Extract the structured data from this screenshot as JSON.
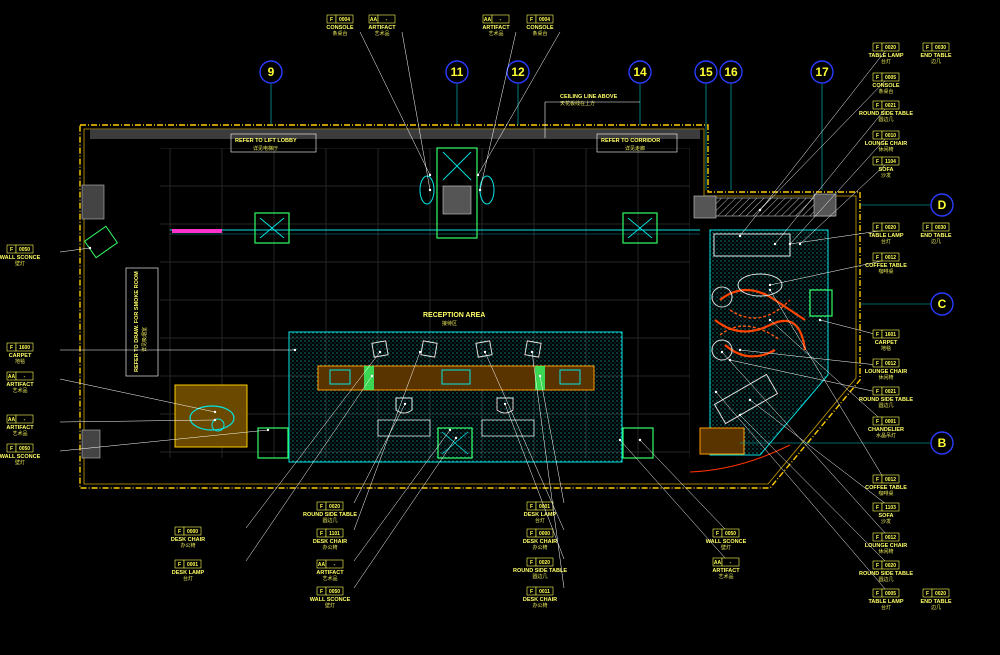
{
  "plan": {
    "grid_columns": [
      "9",
      "11",
      "12",
      "14",
      "15",
      "16",
      "17"
    ],
    "grid_rows": [
      "D",
      "C",
      "B"
    ],
    "annotations": {
      "ceiling": {
        "en": "CEILING LINE ABOVE",
        "cn": "天花板线在上方"
      },
      "lift_lobby": {
        "en": "REFER TO LIFT LOBBY",
        "cn": "详见电梯厅"
      },
      "corridor": {
        "en": "REFER TO CORRIDOR",
        "cn": "详见走廊"
      },
      "smoke": {
        "en": "REFER TO DRAW. FOR SMOKE ROOM",
        "cn": "详见吸烟室"
      },
      "reception": {
        "en": "RECEPTION AREA",
        "cn": "接待区"
      }
    },
    "callouts": [
      {
        "id": "top-console-1",
        "tag1": "F",
        "tag2": "0004",
        "label": "CONSOLE",
        "cn": "条桌台"
      },
      {
        "id": "top-artifact-1",
        "tag1": "AA",
        "tag2": "-",
        "label": "ARTIFACT",
        "cn": "艺术品"
      },
      {
        "id": "top-artifact-2",
        "tag1": "AA",
        "tag2": "-",
        "label": "ARTIFACT",
        "cn": "艺术品"
      },
      {
        "id": "top-console-2",
        "tag1": "F",
        "tag2": "0004",
        "label": "CONSOLE",
        "cn": "条桌台"
      },
      {
        "id": "l-wall-sconce-1",
        "tag1": "F",
        "tag2": "0050",
        "label": "WALL SCONCE",
        "cn": "壁灯"
      },
      {
        "id": "l-carpet",
        "tag1": "F",
        "tag2": "1600",
        "label": "CARPET",
        "cn": "地毯"
      },
      {
        "id": "l-artifact-1",
        "tag1": "AA",
        "tag2": "-",
        "label": "ARTIFACT",
        "cn": "艺术品"
      },
      {
        "id": "l-artifact-2",
        "tag1": "AA",
        "tag2": "-",
        "label": "ARTIFACT",
        "cn": "艺术品"
      },
      {
        "id": "l-wall-sconce-2",
        "tag1": "F",
        "tag2": "0050",
        "label": "WALL SCONCE",
        "cn": "壁灯"
      },
      {
        "id": "b-desk-chair-1",
        "tag1": "F",
        "tag2": "0000",
        "label": "DESK CHAIR",
        "cn": "办公椅"
      },
      {
        "id": "b-desk-lamp-1",
        "tag1": "F",
        "tag2": "0001",
        "label": "DESK LAMP",
        "cn": "台灯"
      },
      {
        "id": "b-round-side-1",
        "tag1": "F",
        "tag2": "0020",
        "label": "ROUND SIDE TABLE",
        "cn": "圆边几"
      },
      {
        "id": "b-desk-chair-2",
        "tag1": "F",
        "tag2": "1101",
        "label": "DESK CHAIR",
        "cn": "办公椅"
      },
      {
        "id": "b-artifact",
        "tag1": "AA",
        "tag2": "-",
        "label": "ARTIFACT",
        "cn": "艺术品"
      },
      {
        "id": "b-wall-sconce",
        "tag1": "F",
        "tag2": "0050",
        "label": "WALL SCONCE",
        "cn": "壁灯"
      },
      {
        "id": "b-desk-lamp-2",
        "tag1": "F",
        "tag2": "0001",
        "label": "DESK LAMP",
        "cn": "台灯"
      },
      {
        "id": "b-desk-chair-3",
        "tag1": "F",
        "tag2": "0000",
        "label": "DESK CHAIR",
        "cn": "办公椅"
      },
      {
        "id": "b-round-side-2",
        "tag1": "F",
        "tag2": "0020",
        "label": "ROUND SIDE TABLE",
        "cn": "圆边几"
      },
      {
        "id": "b-desk-chair-4",
        "tag1": "F",
        "tag2": "0011",
        "label": "DESK CHAIR",
        "cn": "办公椅"
      },
      {
        "id": "b-wall-sconce-2",
        "tag1": "F",
        "tag2": "0050",
        "label": "WALL SCONCE",
        "cn": "壁灯"
      },
      {
        "id": "b-artifact-2",
        "tag1": "AA",
        "tag2": "-",
        "label": "ARTIFACT",
        "cn": "艺术品"
      },
      {
        "id": "r-table-lamp-1",
        "tag1": "F",
        "tag2": "0020",
        "tag3": "F",
        "tag4": "0030",
        "label": "TABLE LAMP",
        "label2": "END TABLE",
        "cn": "台灯",
        "cn2": "边几"
      },
      {
        "id": "r-console",
        "tag1": "F",
        "tag2": "0005",
        "label": "CONSOLE",
        "cn": "条桌台"
      },
      {
        "id": "r-round-side-1",
        "tag1": "F",
        "tag2": "0021",
        "label": "ROUND SIDE TABLE",
        "cn": "圆边几"
      },
      {
        "id": "r-lounge-chair-1",
        "tag1": "F",
        "tag2": "0010",
        "label": "LOUNGE CHAIR",
        "cn": "休闲椅"
      },
      {
        "id": "r-sofa-1",
        "tag1": "F",
        "tag2": "1104",
        "label": "SOFA",
        "cn": "沙发"
      },
      {
        "id": "r-table-lamp-2",
        "tag1": "F",
        "tag2": "0020",
        "tag3": "F",
        "tag4": "0030",
        "label": "TABLE LAMP",
        "label2": "END TABLE",
        "cn": "台灯",
        "cn2": "边几"
      },
      {
        "id": "r-coffee-1",
        "tag1": "F",
        "tag2": "0012",
        "label": "COFFEE TABLE",
        "cn": "咖啡桌"
      },
      {
        "id": "r-carpet",
        "tag1": "F",
        "tag2": "1601",
        "label": "CARPET",
        "cn": "地毯"
      },
      {
        "id": "r-lounge-chair-2",
        "tag1": "F",
        "tag2": "0012",
        "label": "LOUNGE CHAIR",
        "cn": "休闲椅"
      },
      {
        "id": "r-round-side-2",
        "tag1": "F",
        "tag2": "0021",
        "label": "ROUND SIDE TABLE",
        "cn": "圆边几"
      },
      {
        "id": "r-chandelier",
        "tag1": "F",
        "tag2": "0001",
        "label": "CHANDELIER",
        "cn": "水晶吊灯"
      },
      {
        "id": "r-coffee-2",
        "tag1": "F",
        "tag2": "0012",
        "label": "COFFEE TABLE",
        "cn": "咖啡桌"
      },
      {
        "id": "r-sofa-2",
        "tag1": "F",
        "tag2": "1103",
        "label": "SOFA",
        "cn": "沙发"
      },
      {
        "id": "r-lounge-chair-3",
        "tag1": "F",
        "tag2": "0012",
        "label": "LOUNGE CHAIR",
        "cn": "休闲椅"
      },
      {
        "id": "r-round-side-3",
        "tag1": "F",
        "tag2": "0020",
        "label": "ROUND SIDE TABLE",
        "cn": "圆边几"
      },
      {
        "id": "r-table-lamp-3",
        "tag1": "F",
        "tag2": "0005",
        "tag3": "F",
        "tag4": "0020",
        "label": "TABLE LAMP",
        "label2": "END TABLE",
        "cn": "台灯",
        "cn2": "边几"
      }
    ]
  },
  "colors": {
    "bg": "#000000",
    "wall": "#ffcc00",
    "cyan": "#00e5e5",
    "green": "#33ff66",
    "grid_line": "#2a2a2a",
    "grid_bubble": "#1c2aff",
    "label": "#ffff55",
    "red": "#ff3300",
    "magenta": "#ff33cc",
    "white": "#dddddd"
  }
}
